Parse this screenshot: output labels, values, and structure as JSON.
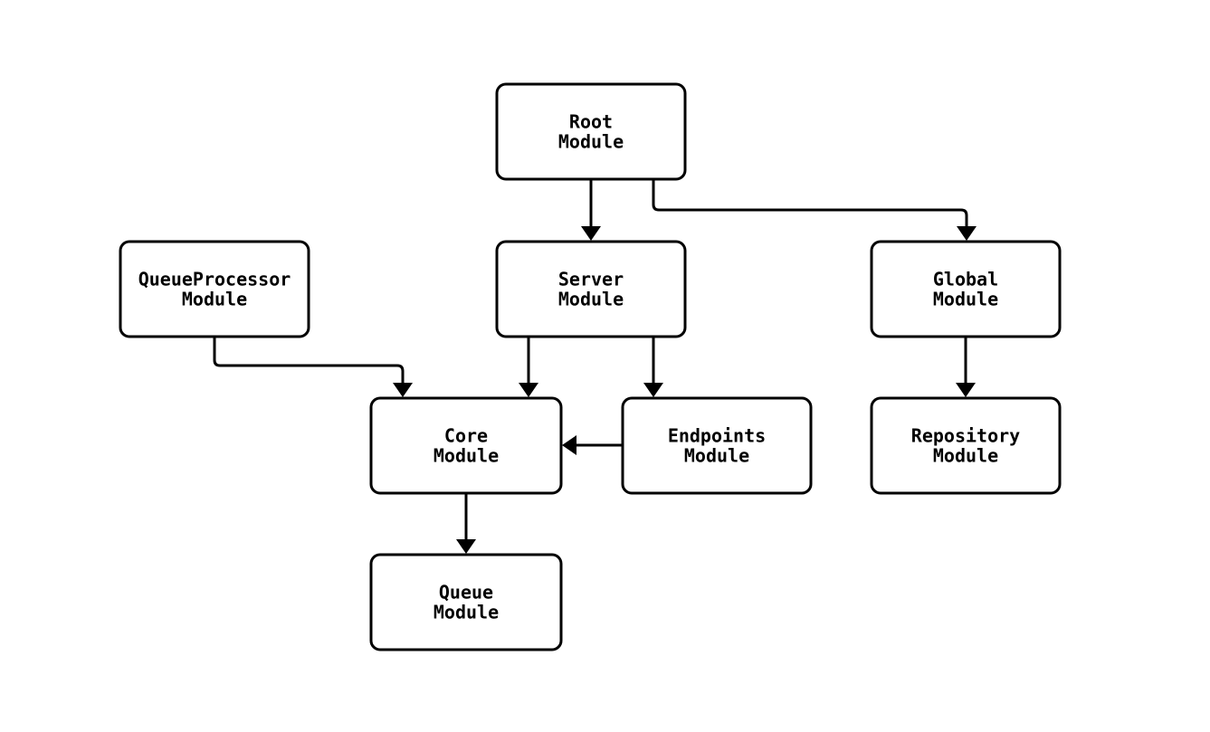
{
  "diagram": {
    "background_color": "#ffffff",
    "node_fill_color": "#ffffff",
    "node_border_color": "#000000",
    "line_color": "#000000",
    "text_color": "#000000",
    "nodes": [
      {
        "id": "root",
        "label_lines": [
          "Root",
          "Module"
        ]
      },
      {
        "id": "server",
        "label_lines": [
          "Server",
          "Module"
        ]
      },
      {
        "id": "queueprocessor",
        "label_lines": [
          "QueueProcessor",
          "Module"
        ]
      },
      {
        "id": "global",
        "label_lines": [
          "Global",
          "Module"
        ]
      },
      {
        "id": "core",
        "label_lines": [
          "Core",
          "Module"
        ]
      },
      {
        "id": "endpoints",
        "label_lines": [
          "Endpoints",
          "Module"
        ]
      },
      {
        "id": "repository",
        "label_lines": [
          "Repository",
          "Module"
        ]
      },
      {
        "id": "queue",
        "label_lines": [
          "Queue",
          "Module"
        ]
      }
    ],
    "edges": [
      {
        "from": "root",
        "to": "server"
      },
      {
        "from": "root",
        "to": "global"
      },
      {
        "from": "queueprocessor",
        "to": "core"
      },
      {
        "from": "server",
        "to": "core"
      },
      {
        "from": "server",
        "to": "endpoints"
      },
      {
        "from": "endpoints",
        "to": "core"
      },
      {
        "from": "global",
        "to": "repository"
      },
      {
        "from": "core",
        "to": "queue"
      }
    ]
  }
}
